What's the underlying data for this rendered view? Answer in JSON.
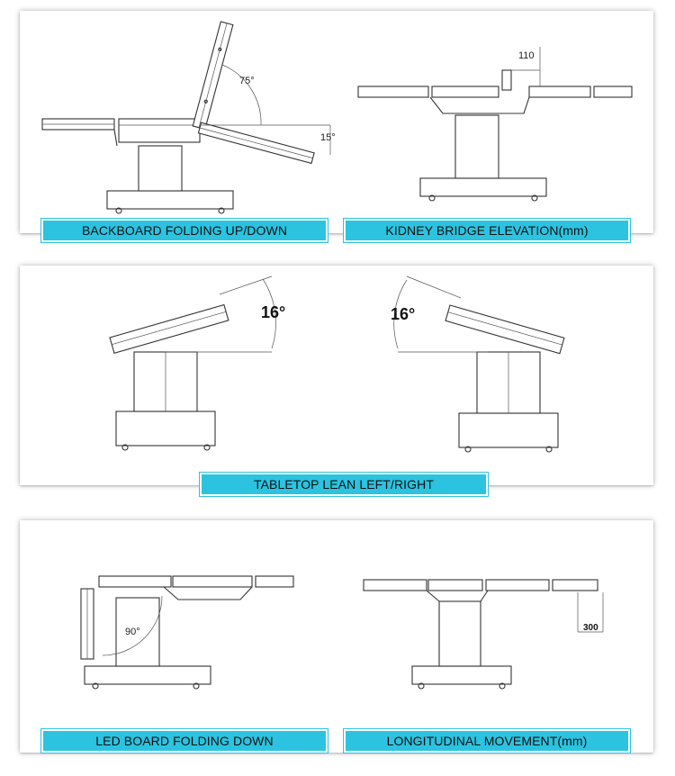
{
  "panels": {
    "top": {
      "left_caption": "BACKBOARD FOLDING UP/DOWN",
      "right_caption": "KIDNEY BRIDGE ELEVATION(mm)",
      "angle_up": "75°",
      "angle_down": "15°",
      "elevation": "110"
    },
    "middle": {
      "caption": "TABLETOP LEAN LEFT/RIGHT",
      "angle_left": "16°",
      "angle_right": "16°"
    },
    "bottom": {
      "left_caption": "LED BOARD FOLDING DOWN",
      "right_caption": "LONGITUDINAL MOVEMENT(mm)",
      "angle_fold": "90°",
      "movement": "300"
    }
  },
  "colors": {
    "caption_bg": "#2bc3e0",
    "line": "#333333"
  }
}
